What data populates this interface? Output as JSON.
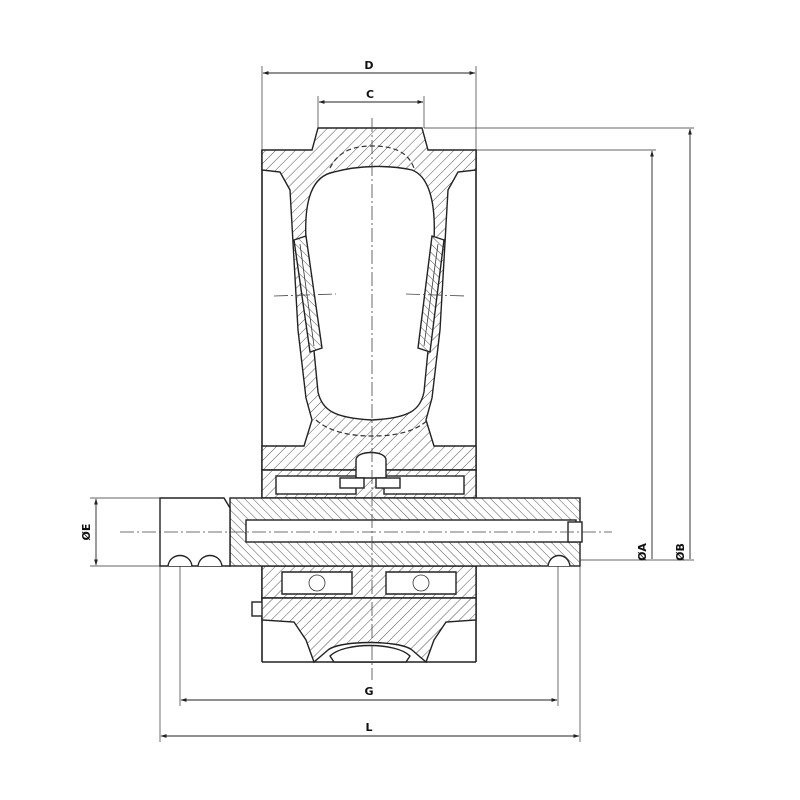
{
  "labels": {
    "D": "D",
    "C": "C",
    "G": "G",
    "L": "L",
    "E": "ØE",
    "A": "ØA",
    "B": "ØB"
  }
}
